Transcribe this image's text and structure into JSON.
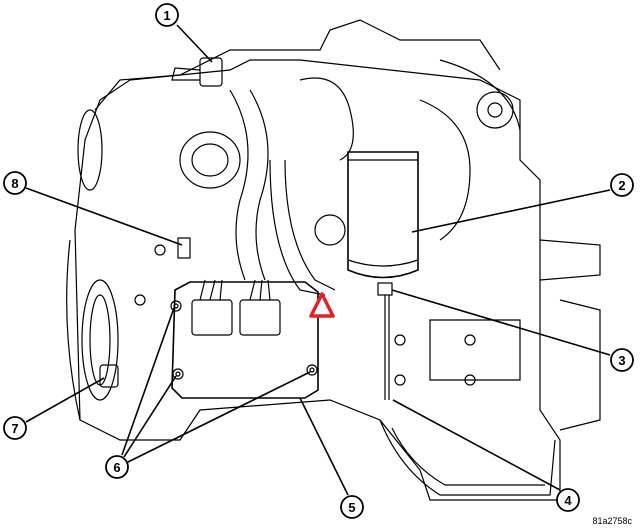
{
  "figure_id": "81a2758c",
  "callouts": [
    {
      "label": "1"
    },
    {
      "label": "2"
    },
    {
      "label": "3"
    },
    {
      "label": "4"
    },
    {
      "label": "5"
    },
    {
      "label": "6"
    },
    {
      "label": "7"
    },
    {
      "label": "8"
    }
  ],
  "colors": {
    "line": "#000000",
    "warning": "#e0202a"
  },
  "icons": {
    "warning": "warning-triangle-icon"
  }
}
